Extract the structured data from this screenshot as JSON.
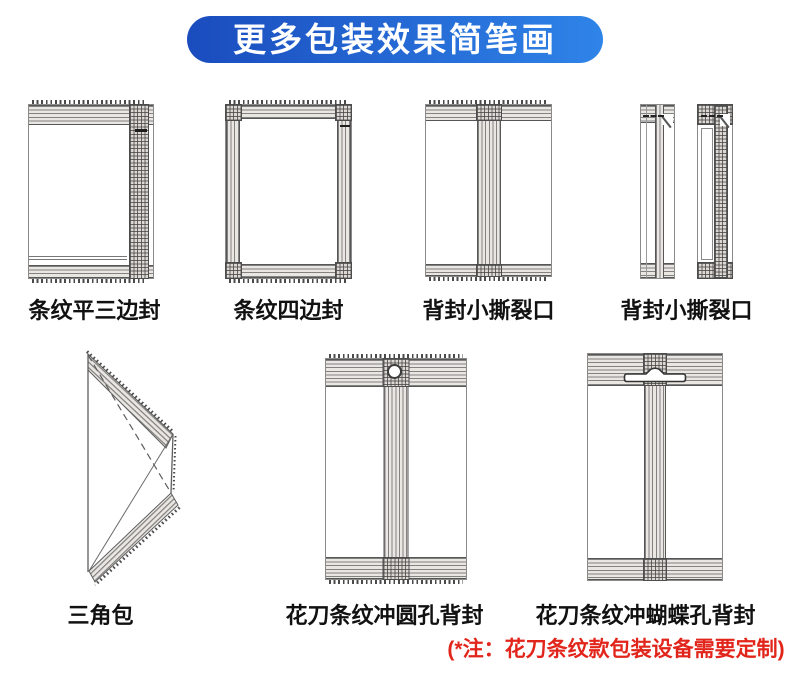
{
  "header": {
    "title": "更多包装效果简笔画",
    "accent_left": "#1a4cbe",
    "accent_right": "#2f84e8"
  },
  "figures": [
    {
      "label": "条纹平三边封"
    },
    {
      "label": "条纹四边封"
    },
    {
      "label": "背封小撕裂口"
    },
    {
      "label": "背封小撕裂口"
    },
    {
      "label": "三角包"
    },
    {
      "label": "花刀条纹冲圆孔背封"
    },
    {
      "label": "花刀条纹冲蝴蝶孔背封"
    }
  ],
  "note": {
    "text": "(*注：花刀条纹款包装设备需要定制)",
    "color": "#e2251b"
  }
}
